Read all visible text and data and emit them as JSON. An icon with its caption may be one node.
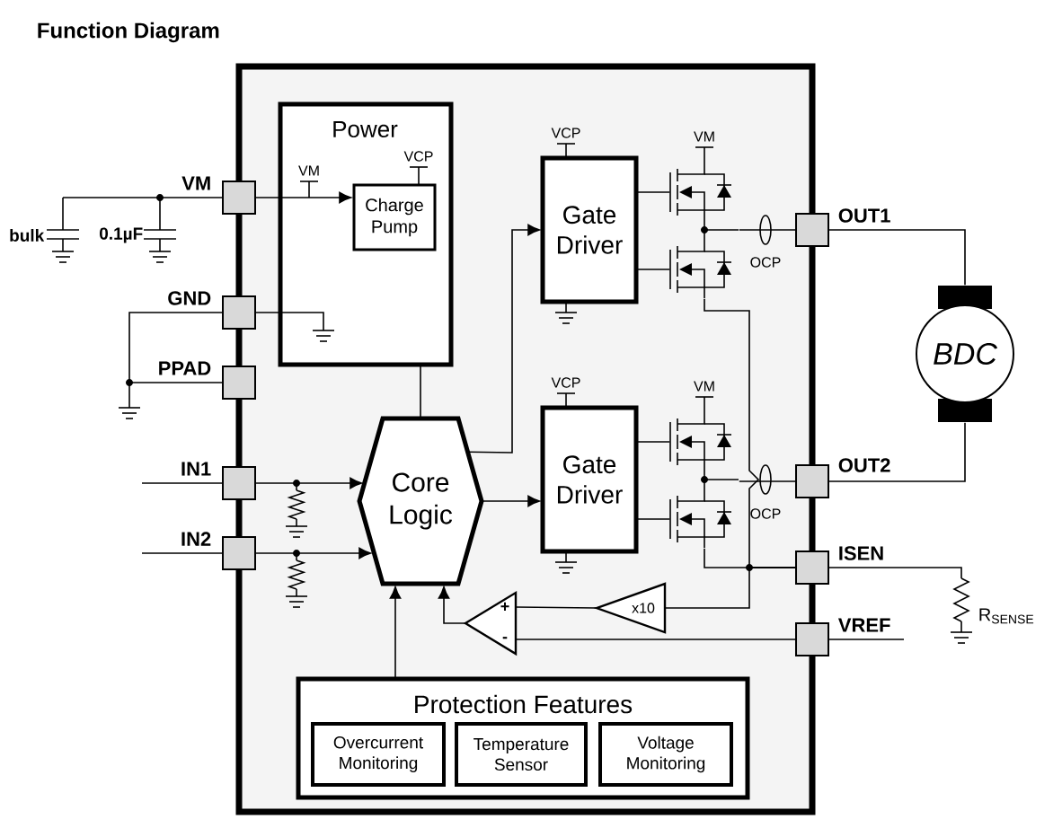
{
  "diagram": {
    "title": "Function Diagram",
    "nodes": [
      {
        "text": [],
        "shape": "box"
      },
      {
        "text": [
          "Power"
        ],
        "in": 0
      },
      {
        "text": [
          "Charge Pump"
        ],
        "in": 1
      },
      {
        "text": [
          "Gate Driver"
        ],
        "in": 0
      },
      {
        "text": [
          "Gate Driver"
        ],
        "in": 0
      },
      {
        "text": [
          "Core Logic"
        ],
        "in": 0
      },
      {
        "text": [
          "+",
          "-"
        ],
        "in": 0
      },
      {
        "text": [
          "x10"
        ],
        "in": 0
      },
      {
        "text": [
          "Protection Features"
        ],
        "in": 0
      },
      {
        "text": [
          "Overcurrent Monitoring"
        ],
        "in": 8
      },
      {
        "text": [
          "Temperature Sensor"
        ],
        "in": 8
      },
      {
        "text": [
          "Voltage Monitoring"
        ],
        "in": 8
      },
      {
        "text": [],
        "shape": "box",
        "beside": [
          "VM"
        ]
      },
      {
        "text": [],
        "shape": "box",
        "beside": [
          "GND"
        ]
      },
      {
        "text": [],
        "shape": "box",
        "beside": [
          "PPAD"
        ]
      },
      {
        "text": [],
        "shape": "box",
        "beside": [
          "IN1"
        ]
      },
      {
        "text": [],
        "shape": "box",
        "beside": [
          "IN2"
        ]
      },
      {
        "text": [],
        "shape": "box",
        "beside": [
          "OUT1"
        ]
      },
      {
        "text": [],
        "shape": "box",
        "beside": [
          "OUT2"
        ]
      },
      {
        "text": [],
        "shape": "box",
        "beside": [
          "ISEN"
        ]
      },
      {
        "text": [],
        "shape": "box",
        "beside": [
          "VREF"
        ]
      },
      {
        "text": [
          "BDC"
        ]
      },
      {
        "text": [],
        "shape": "transistor",
        "in": 0
      },
      {
        "text": [],
        "shape": "transistor",
        "in": 0
      }
    ],
    "edges": [
      {
        "from": 12,
        "to": 2,
        "arrow": "to"
      },
      {
        "from": 1,
        "to": 5,
        "arrow": "none"
      },
      {
        "from": 5,
        "to": 3,
        "arrow": "to"
      },
      {
        "from": 5,
        "to": 4,
        "arrow": "to"
      },
      {
        "from": 15,
        "to": 5,
        "arrow": "to"
      },
      {
        "from": 16,
        "to": 5,
        "arrow": "to"
      },
      {
        "from": 8,
        "to": 5,
        "arrow": "to"
      },
      {
        "from": 6,
        "to": 5,
        "arrow": "to"
      },
      {
        "from": 7,
        "to": 6,
        "arrow": "none"
      },
      {
        "from": 20,
        "to": 6,
        "arrow": "none"
      },
      {
        "from": 19,
        "to": 7,
        "arrow": "none"
      },
      {
        "from": 17,
        "to": 21,
        "arrow": "none"
      },
      {
        "from": 18,
        "to": 21,
        "arrow": "none"
      },
      {
        "from": 13,
        "to": 14,
        "arrow": "none"
      },
      {
        "from": 3,
        "to": 22,
        "arrow": "none"
      },
      {
        "from": 3,
        "to": 22,
        "arrow": "none"
      },
      {
        "from": 4,
        "to": 23,
        "arrow": "none"
      },
      {
        "from": 4,
        "to": 23,
        "arrow": "none"
      },
      {
        "from": 22,
        "to": 17,
        "arrow": "none"
      },
      {
        "from": 23,
        "to": 18,
        "arrow": "none"
      },
      {
        "from": 22,
        "to": 19,
        "arrow": "none"
      },
      {
        "from": 23,
        "to": 19,
        "arrow": "none"
      }
    ],
    "labels": [
      "bulk",
      "0.1µF",
      "VM",
      "VCP",
      "VCP",
      "VM",
      "OCP",
      "VCP",
      "VM",
      "OCP",
      "R$_{SENSE}$"
    ]
  }
}
